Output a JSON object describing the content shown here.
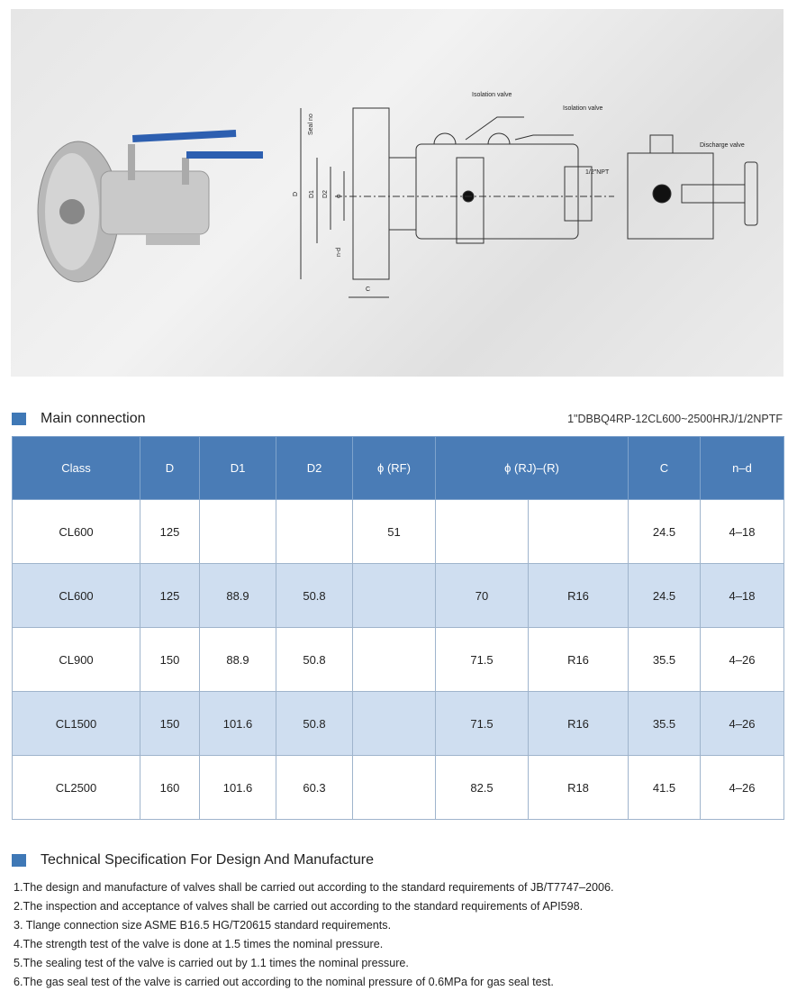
{
  "drawing": {
    "labels": {
      "isolation_valve_1": "Isolation valve",
      "isolation_valve_2": "Isolation valve",
      "discharge_valve": "Discharge valve",
      "npt": "1/2\"NPT",
      "seal": "Seal no",
      "D": "D",
      "D1": "D1",
      "D2": "D2",
      "phi": "φ",
      "nd": "n-d",
      "C": "C"
    }
  },
  "main_connection": {
    "title": "Main connection",
    "model": "1\"DBBQ4RP-12CL600~2500HRJ/1/2NPTF",
    "headers": [
      "Class",
      "D",
      "D1",
      "D2",
      "ϕ (RF)",
      "ϕ (RJ)–(R)",
      "C",
      "n–d"
    ],
    "rows": [
      [
        "CL600",
        "125",
        "",
        "",
        "51",
        "",
        "",
        "24.5",
        "4–18"
      ],
      [
        "CL600",
        "125",
        "88.9",
        "50.8",
        "",
        "70",
        "R16",
        "24.5",
        "4–18"
      ],
      [
        "CL900",
        "150",
        "88.9",
        "50.8",
        "",
        "71.5",
        "R16",
        "35.5",
        "4–26"
      ],
      [
        "CL1500",
        "150",
        "101.6",
        "50.8",
        "",
        "71.5",
        "R16",
        "35.5",
        "4–26"
      ],
      [
        "CL2500",
        "160",
        "101.6",
        "60.3",
        "",
        "82.5",
        "R18",
        "41.5",
        "4–26"
      ]
    ]
  },
  "tech_spec": {
    "title": "Technical Specification For Design And Manufacture",
    "items": [
      "1.The design and manufacture of valves shall be carried out according to the standard requirements of JB/T7747–2006.",
      "2.The inspection and acceptance of valves shall be carried out according to the standard requirements of API598.",
      "3. Tlange connection size ASME B16.5 HG/T20615 standard requirements.",
      "4.The strength test of the valve is done at 1.5 times the nominal pressure.",
      "5.The sealing test of the valve is carried out by 1.1 times the nominal pressure.",
      "6.The gas seal test of the valve is carried out according to the nominal pressure of 0.6MPa for gas seal test."
    ]
  },
  "colors": {
    "accent": "#3f78b6",
    "header": "#4a7cb6",
    "alt_row": "#cfdef0"
  }
}
